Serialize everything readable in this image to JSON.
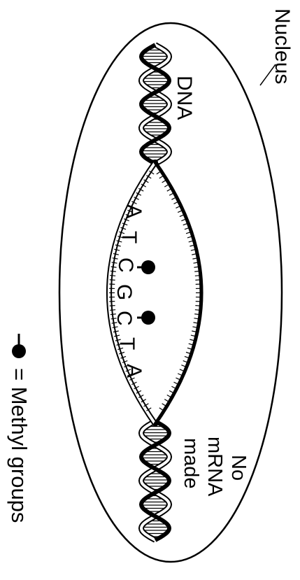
{
  "labels": {
    "nucleus": "Nucleus",
    "dna": "DNA",
    "no_mrna": [
      "No",
      "mRNA",
      "made"
    ],
    "legend": "= Methyl groups"
  },
  "bases": [
    "A",
    "T",
    "C",
    "G",
    "C",
    "T",
    "A"
  ],
  "methylated_bases": [
    "C",
    "C"
  ],
  "colors": {
    "ink": "#000000",
    "background": "#ffffff"
  }
}
